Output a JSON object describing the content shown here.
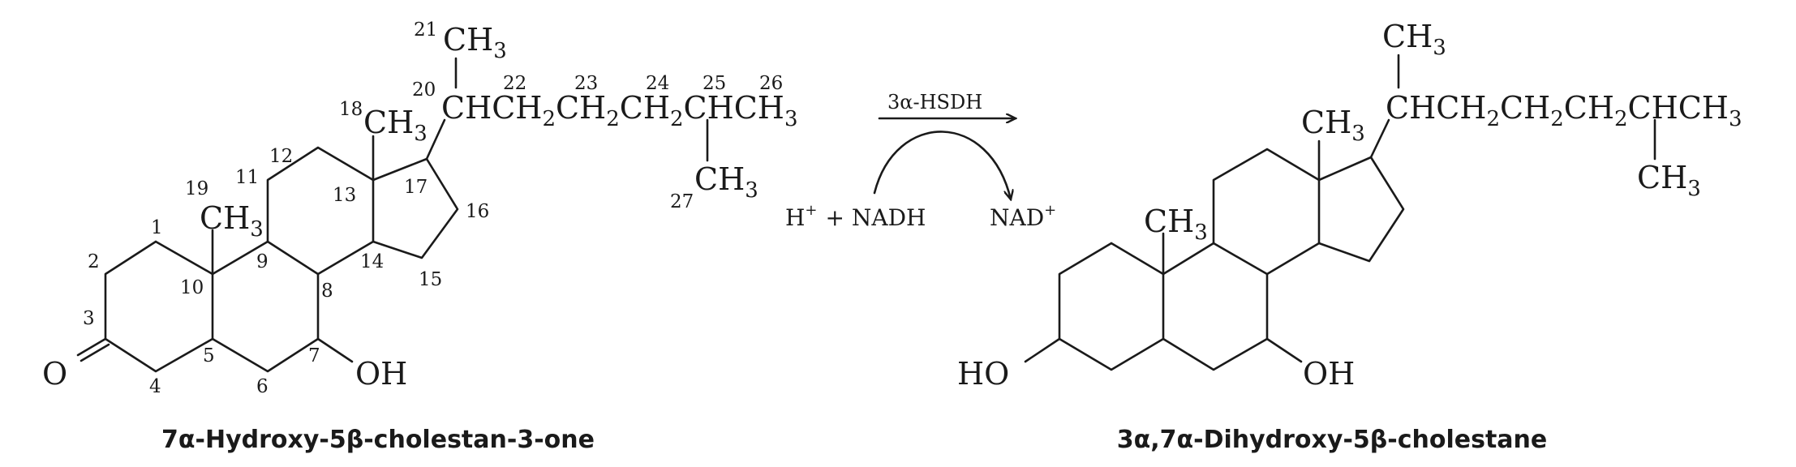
{
  "reactant": {
    "name": "7α-Hydroxy-5β-cholestan-3-one",
    "groups": {
      "ch3": "CH",
      "three": "3",
      "two": "2",
      "ch": "CH",
      "o": "O",
      "oh": "OH"
    },
    "numbers": {
      "n1": "1",
      "n2": "2",
      "n3": "3",
      "n4": "4",
      "n5": "5",
      "n6": "6",
      "n7": "7",
      "n8": "8",
      "n9": "9",
      "n10": "10",
      "n11": "11",
      "n12": "12",
      "n13": "13",
      "n14": "14",
      "n15": "15",
      "n16": "16",
      "n17": "17",
      "n18": "18",
      "n19": "19",
      "n20": "20",
      "n21": "21",
      "n22": "22",
      "n23": "23",
      "n24": "24",
      "n25": "25",
      "n26": "26",
      "n27": "27"
    }
  },
  "reaction": {
    "enzyme": "3α-HSDH",
    "h": "H",
    "plus_sign": "+",
    "plus": "+ NADH",
    "nad": "NAD"
  },
  "product": {
    "name": "3α,7α-Dihydroxy-5β-cholestane",
    "ho": "HO",
    "oh": "OH"
  },
  "colors": {
    "ink": "#1a1a1a",
    "background": "#ffffff"
  }
}
